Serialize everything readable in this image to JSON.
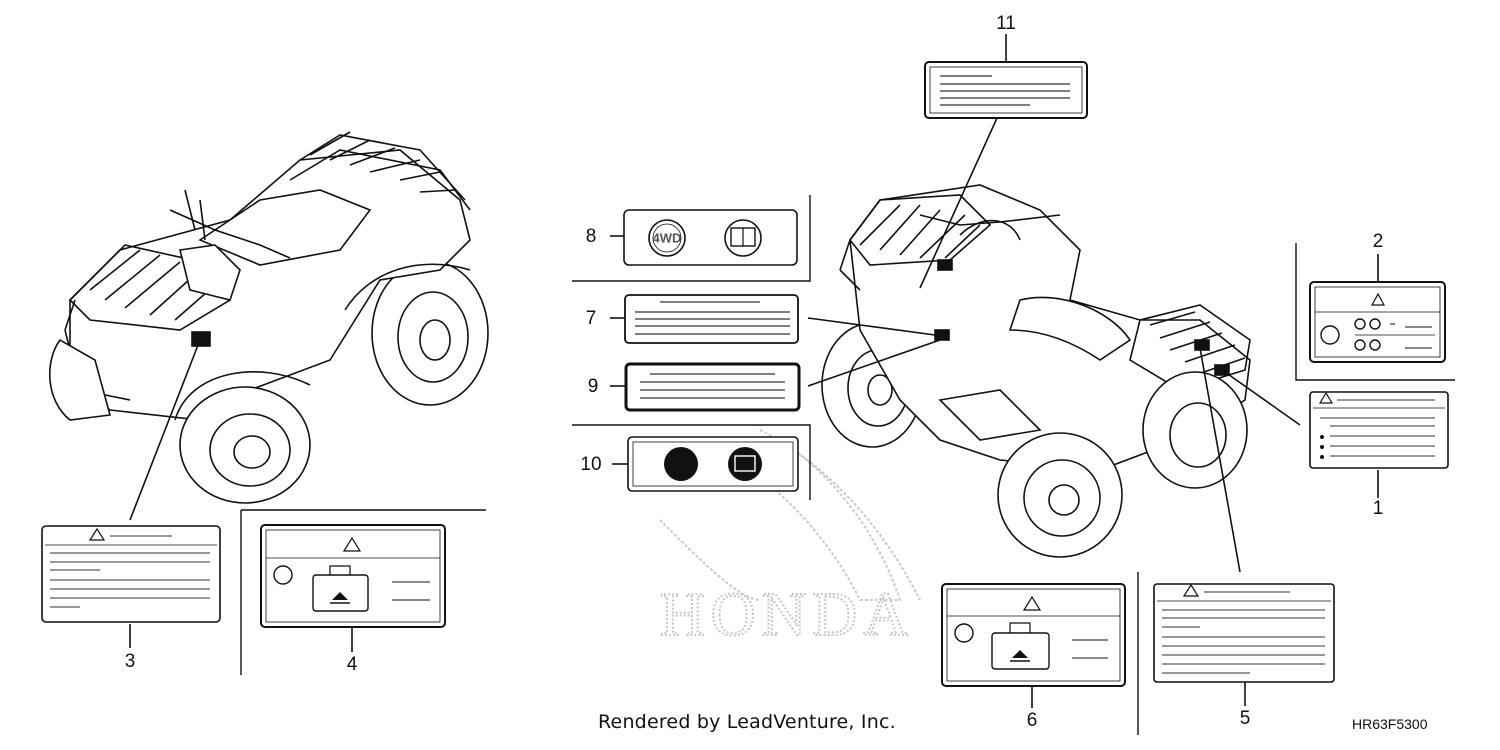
{
  "callouts": {
    "c1": "1",
    "c2": "2",
    "c3": "3",
    "c4": "4",
    "c5": "5",
    "c6": "6",
    "c7": "7",
    "c8": "8",
    "c9": "9",
    "c10": "10",
    "c11": "11"
  },
  "label8": {
    "left_icon": "4WD"
  },
  "watermark": "HONDA",
  "footer": {
    "credit": "Rendered by LeadVenture, Inc.",
    "part_code": "HR63F5300"
  },
  "icons": {
    "manual": "manual-book-icon",
    "warning": "warning-triangle-icon",
    "four_wheel_drive": "4wd-icon",
    "tow": "hitch-load-icon",
    "tire": "tire-pressure-icon"
  },
  "colors": {
    "line": "#111111",
    "watermark": "#b9b9b9",
    "background": "#ffffff"
  }
}
